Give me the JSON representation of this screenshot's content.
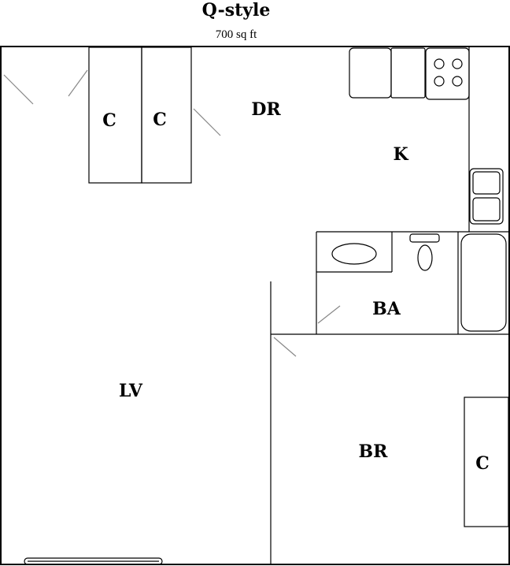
{
  "header": {
    "title": "Q-style",
    "area": "700 sq ft"
  },
  "rooms": {
    "closet_left": "C",
    "closet_right": "C",
    "dining": "DR",
    "kitchen": "K",
    "bath": "BA",
    "living": "LV",
    "bedroom": "BR",
    "closet_bedroom": "C"
  }
}
